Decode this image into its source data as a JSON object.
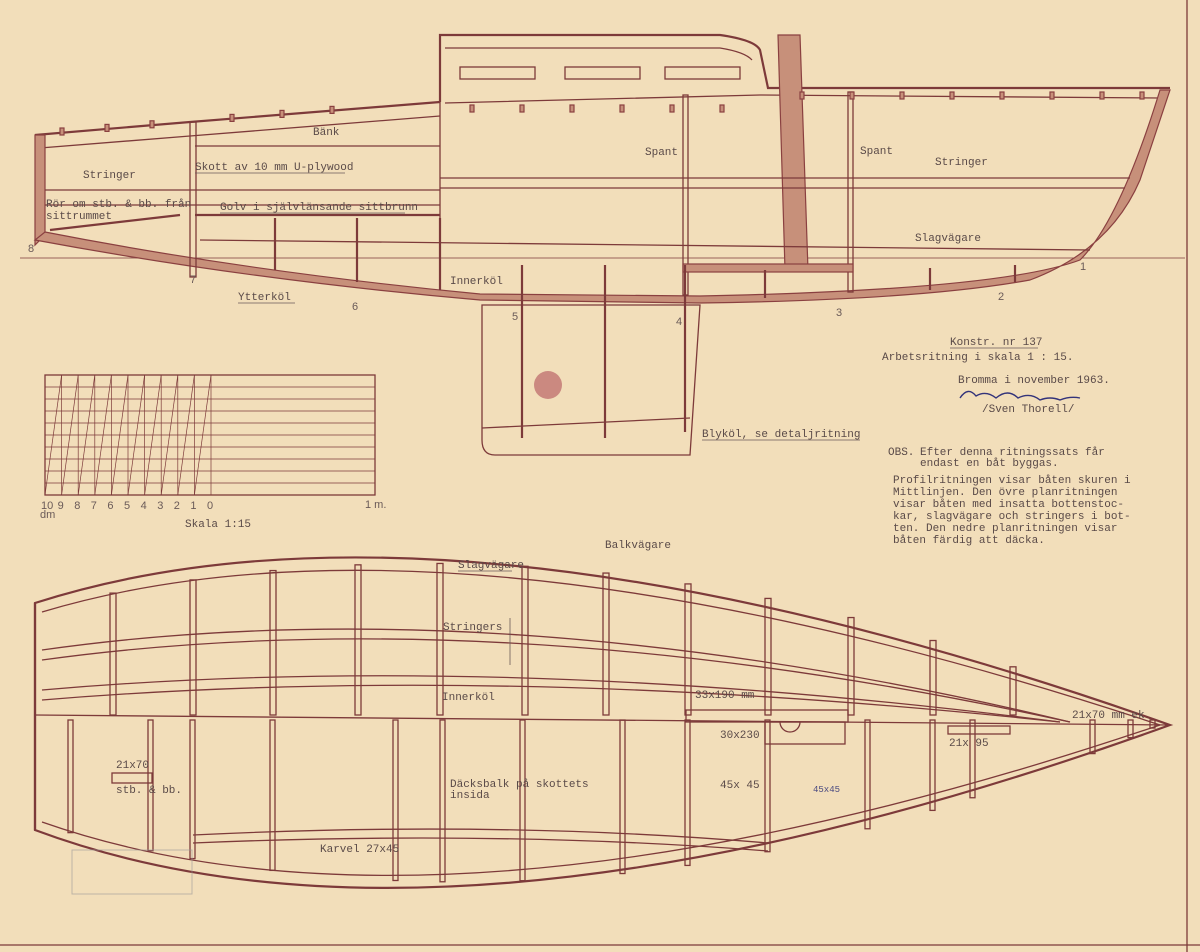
{
  "profile": {
    "labels": {
      "bank": "Bänk",
      "skott": "Skott av 10 mm U-plywood",
      "stringer_aft": "Stringer",
      "ror": "Rör om stb. & bb. från",
      "ror2": "sittrummet",
      "golv": "Golv i självlänsande sittbrunn",
      "spant_1": "Spant",
      "spant_2": "Spant",
      "stringer_fwd": "Stringer",
      "slagvagare": "Slagvägare",
      "innerkol": "Innerköl",
      "ytterkol": "Ytterköl",
      "blykol": "Blyköl, se detaljritning"
    },
    "stations": [
      "1",
      "2",
      "3",
      "4",
      "5",
      "6",
      "7",
      "8"
    ]
  },
  "title_block": {
    "konstr": "Konstr. nr 137",
    "arbetsritning": "Arbetsritning i skala 1 : 15.",
    "place_date": "Bromma i november 1963.",
    "signature": "Sven Thorell",
    "signed_name": "/Sven Thorell/",
    "obs_label": "OBS.",
    "obs_1": "Efter denna ritningssats får",
    "obs_2": "endast en båt byggas.",
    "note": [
      "Profilritningen visar båten skuren i",
      "Mittlinjen. Den övre planritningen",
      "visar båten med insatta bottenstoc-",
      "kar, slagvägare och stringers i bot-",
      "ten. Den nedre planritningen visar",
      "båten färdig att däcka."
    ]
  },
  "scale_bar": {
    "ticks": [
      "10",
      "9",
      "8",
      "7",
      "6",
      "5",
      "4",
      "3",
      "2",
      "1",
      "0"
    ],
    "unit_dm": "dm",
    "unit_m": "1 m.",
    "caption": "Skala 1:15"
  },
  "plan": {
    "labels": {
      "balkvagare": "Balkvägare",
      "slagvagare": "Slagvägare",
      "stringers": "Stringers",
      "innerkol": "Innerköl",
      "dim_33x190": "33x190 mm",
      "dim_30x230": "30x230",
      "dim_21x70ek": "21x70 mm ek",
      "dim_21x95": "21x 95",
      "dim_21x70": "21x70",
      "stb_bb": "stb. & bb.",
      "dacksbalk": "Däcksbalk på skottets",
      "dacksbalk2": "insida",
      "dim_45x45a": "45x 45",
      "dim_45x45b": "45x45",
      "karvel": "Karvel 27x45"
    }
  },
  "colors": {
    "paper": "#f2deba",
    "ink": "#7d3a3a",
    "type": "#5a4a48",
    "pen": "#4a4a80"
  }
}
